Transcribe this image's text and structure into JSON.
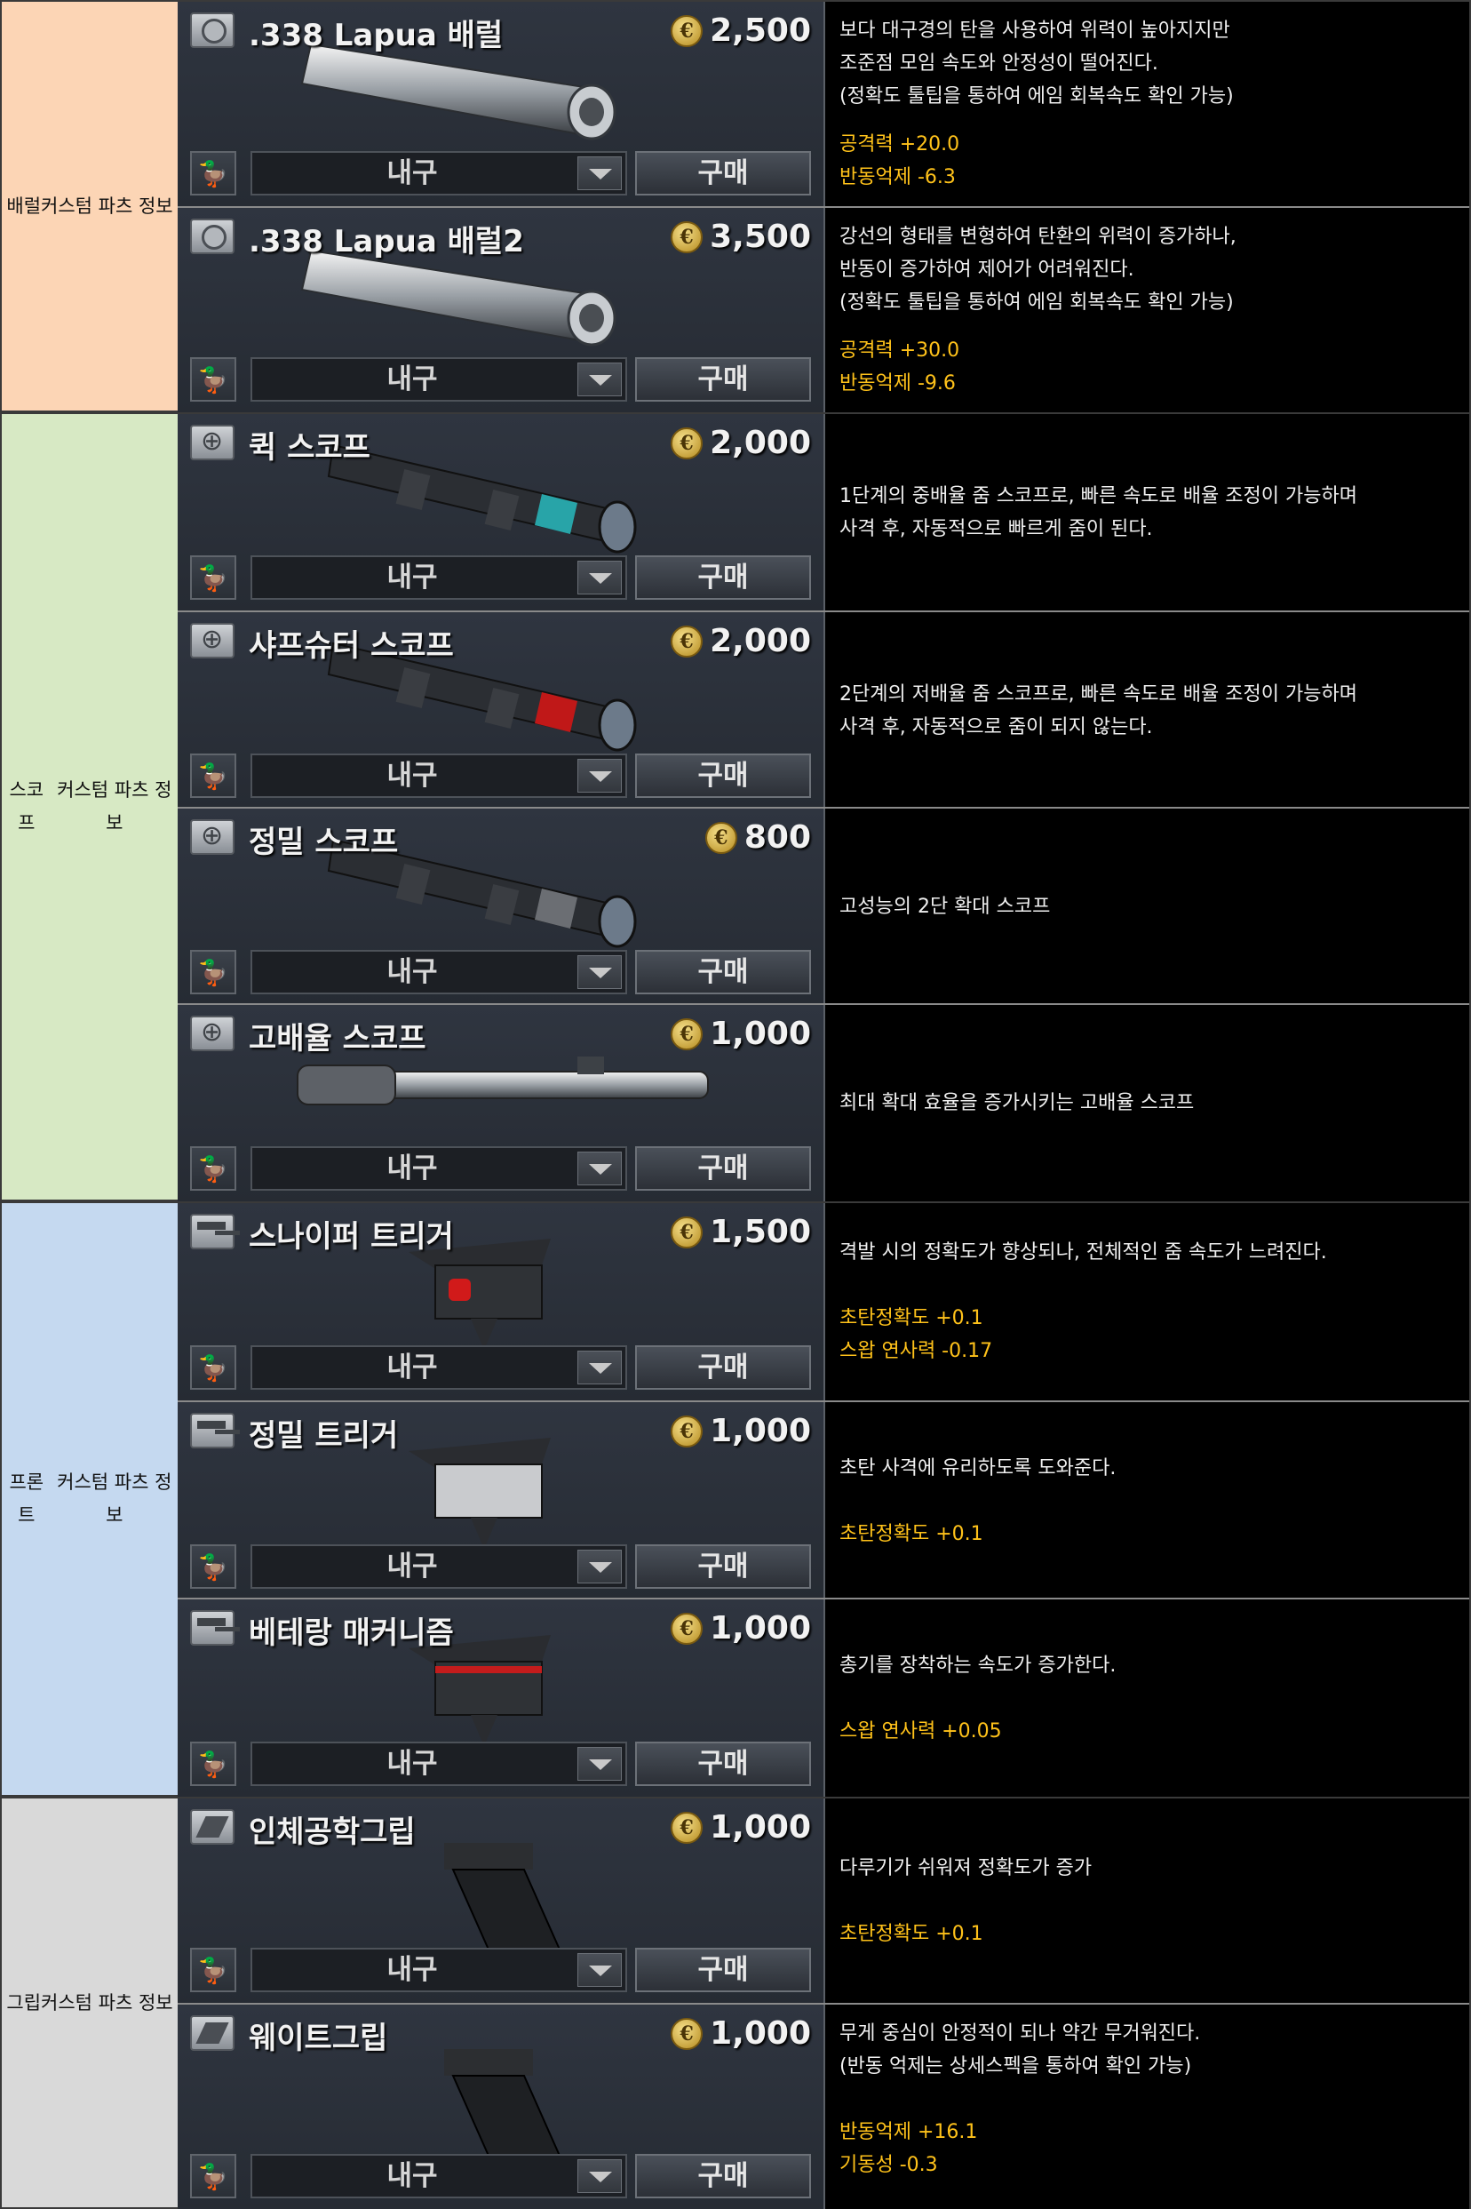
{
  "common": {
    "durability_label": "내구",
    "buy_label": "구매",
    "coin_symbol": "€"
  },
  "colors": {
    "barrel_bg": "#fcd5b5",
    "scope_bg": "#d7e9c4",
    "trigger_bg": "#c5d9f0",
    "grip_bg": "#d9d9d9",
    "stat_color": "#ffc21a"
  },
  "sections": [
    {
      "category_line1": "배럴",
      "category_line2": "커스텀 파츠 정보",
      "items": [
        {
          "name": ".338 Lapua 배럴",
          "price": "2,500",
          "icon": "barrel-icon",
          "desc_lines": [
            "보다 대구경의 탄을 사용하여 위력이 높아지지만",
            "조준점 모임 속도와 안정성이 떨어진다.",
            "(정확도 툴팁을 통하여 에임 회복속도 확인 가능)"
          ],
          "stats": [
            "공격력 +20.0",
            "반동억제 -6.3"
          ]
        },
        {
          "name": ".338 Lapua 배럴2",
          "price": "3,500",
          "icon": "barrel-icon",
          "desc_lines": [
            "강선의 형태를 변형하여 탄환의 위력이 증가하나,",
            "반동이 증가하여 제어가 어려워진다.",
            "(정확도 툴팁을 통하여 에임 회복속도 확인 가능)"
          ],
          "stats": [
            "공격력 +30.0",
            "반동억제 -9.6"
          ]
        }
      ]
    },
    {
      "category_line1": "스코프",
      "category_line2": "커스텀 파츠 정보",
      "items": [
        {
          "name": "퀵 스코프",
          "price": "2,000",
          "icon": "scope-icon",
          "desc_lines": [
            "1단계의 중배율 줌 스코프로, 빠른 속도로 배율 조정이 가능하며",
            "사격 후, 자동적으로 빠르게 줌이 된다."
          ],
          "stats": []
        },
        {
          "name": "샤프슈터 스코프",
          "price": "2,000",
          "icon": "scope-icon",
          "desc_lines": [
            "2단계의 저배율 줌 스코프로, 빠른 속도로 배율 조정이 가능하며",
            "사격 후, 자동적으로 줌이 되지 않는다."
          ],
          "stats": []
        },
        {
          "name": "정밀 스코프",
          "price": "800",
          "icon": "scope-icon",
          "desc_lines": [
            "고성능의 2단 확대 스코프"
          ],
          "stats": []
        },
        {
          "name": "고배율 스코프",
          "price": "1,000",
          "icon": "scope-icon",
          "desc_lines": [
            "최대 확대 효율을 증가시키는 고배율 스코프"
          ],
          "stats": []
        }
      ]
    },
    {
      "category_line1": "프론트",
      "category_line2": "커스텀 파츠 정보",
      "items": [
        {
          "name": "스나이퍼 트리거",
          "price": "1,500",
          "icon": "trigger-icon",
          "desc_lines": [
            "격발 시의 정확도가 향상되나, 전체적인 줌 속도가 느려진다."
          ],
          "stats": [
            "초탄정확도 +0.1",
            "스왑 연사력 -0.17"
          ]
        },
        {
          "name": "정밀 트리거",
          "price": "1,000",
          "icon": "trigger-icon",
          "desc_lines": [
            "초탄 사격에 유리하도록 도와준다."
          ],
          "stats": [
            "초탄정확도 +0.1"
          ]
        },
        {
          "name": "베테랑 매커니즘",
          "price": "1,000",
          "icon": "trigger-icon",
          "desc_lines": [
            "총기를 장착하는 속도가 증가한다."
          ],
          "stats": [
            "스왑 연사력 +0.05"
          ]
        }
      ]
    },
    {
      "category_line1": "그립",
      "category_line2": "커스텀 파츠 정보",
      "items": [
        {
          "name": "인체공학그립",
          "price": "1,000",
          "icon": "grip-icon",
          "desc_lines": [
            "다루기가 쉬워져 정확도가 증가"
          ],
          "stats": [
            "초탄정확도 +0.1"
          ]
        },
        {
          "name": "웨이트그립",
          "price": "1,000",
          "icon": "grip-icon",
          "desc_lines": [
            "무게 중심이 안정적이 되나 약간 무거워진다.",
            "(반동 억제는 상세스펙을 통하여 확인 가능)"
          ],
          "stats": [
            "반동억제 +16.1",
            "기동성 -0.3"
          ]
        }
      ]
    }
  ]
}
